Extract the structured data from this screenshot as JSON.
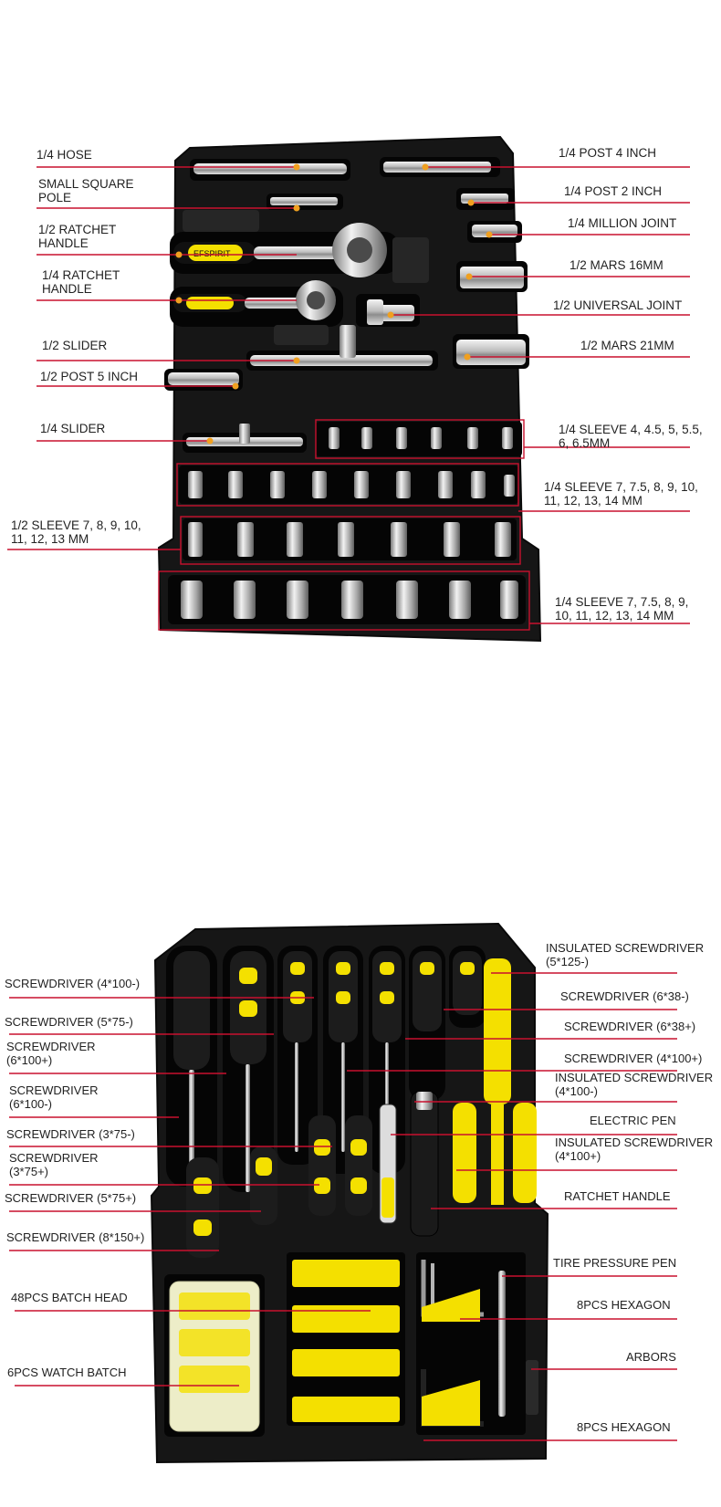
{
  "colors": {
    "leader": "#c8102e",
    "tray": "#161616",
    "accent_yellow": "#f4e000",
    "chrome": "#c9c9c9"
  },
  "top_panel": {
    "brand_on_handle": "EFSPIRIT",
    "left_labels": [
      [
        "1/4 HOSE"
      ],
      [
        "SMALL SQUARE",
        "POLE"
      ],
      [
        "1/2 RATCHET",
        "HANDLE"
      ],
      [
        "1/4 RATCHET",
        "HANDLE"
      ],
      [
        "1/2 SLIDER"
      ],
      [
        "1/2 POST 5 INCH"
      ],
      [
        "1/4 SLIDER"
      ],
      [
        "1/2 SLEEVE 7, 8, 9, 10,",
        "11, 12, 13 MM"
      ]
    ],
    "right_labels": [
      [
        "1/4 POST 4 INCH"
      ],
      [
        "1/4 POST 2 INCH"
      ],
      [
        "1/4 MILLION JOINT"
      ],
      [
        "1/2 MARS 16MM"
      ],
      [
        "1/2 UNIVERSAL JOINT"
      ],
      [
        "1/2 MARS 21MM"
      ],
      [
        "1/4 SLEEVE 4, 4.5, 5, 5.5,",
        "6, 6.5MM"
      ],
      [
        "1/4 SLEEVE 7, 7.5, 8, 9, 10,",
        "11, 12, 13, 14 MM"
      ],
      [
        "1/4 SLEEVE 7, 7.5, 8, 9,",
        "10, 11, 12, 13, 14 MM"
      ]
    ]
  },
  "bottom_panel": {
    "left_labels": [
      [
        "SCREWDRIVER (4*100-)"
      ],
      [
        "SCREWDRIVER (5*75-)"
      ],
      [
        "SCREWDRIVER",
        "(6*100+)"
      ],
      [
        "SCREWDRIVER",
        "(6*100-)"
      ],
      [
        "SCREWDRIVER (3*75-)"
      ],
      [
        "SCREWDRIVER",
        "(3*75+)"
      ],
      [
        "SCREWDRIVER (5*75+)"
      ],
      [
        "SCREWDRIVER (8*150+)"
      ],
      [
        "48PCS BATCH HEAD"
      ],
      [
        "6PCS WATCH BATCH"
      ]
    ],
    "right_labels": [
      [
        "INSULATED SCREWDRIVER",
        "(5*125-)"
      ],
      [
        "SCREWDRIVER (6*38-)"
      ],
      [
        "SCREWDRIVER (6*38+)"
      ],
      [
        "SCREWDRIVER (4*100+)"
      ],
      [
        "INSULATED SCREWDRIVER",
        "(4*100-)"
      ],
      [
        "ELECTRIC PEN"
      ],
      [
        "INSULATED SCREWDRIVER",
        "(4*100+)"
      ],
      [
        "RATCHET HANDLE"
      ],
      [
        "TIRE PRESSURE PEN"
      ],
      [
        "8PCS HEXAGON"
      ],
      [
        "ARBORS"
      ],
      [
        "8PCS HEXAGON"
      ]
    ]
  }
}
